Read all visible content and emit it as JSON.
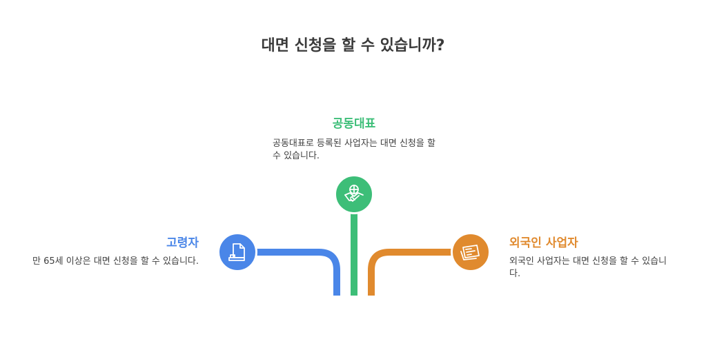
{
  "title": "대면 신청을 할 수 있습니까?",
  "colors": {
    "elderly": "#4A86E8",
    "joint": "#3DBE78",
    "foreign": "#E08A2E"
  },
  "branches": {
    "elderly": {
      "label": "고령자",
      "description": "만 65세 이상은 대면 신청을 할 수 있습니다.",
      "icon": "document-stamp-icon"
    },
    "joint": {
      "label": "공동대표",
      "description": "공동대표로 등록된 사업자는 대면 신청을 할 수 있습니다.",
      "icon": "handshake-icon"
    },
    "foreign": {
      "label": "외국인 사업자",
      "description": "외국인 사업자는 대면 신청을 할 수 있습니다.",
      "icon": "id-card-icon"
    }
  }
}
